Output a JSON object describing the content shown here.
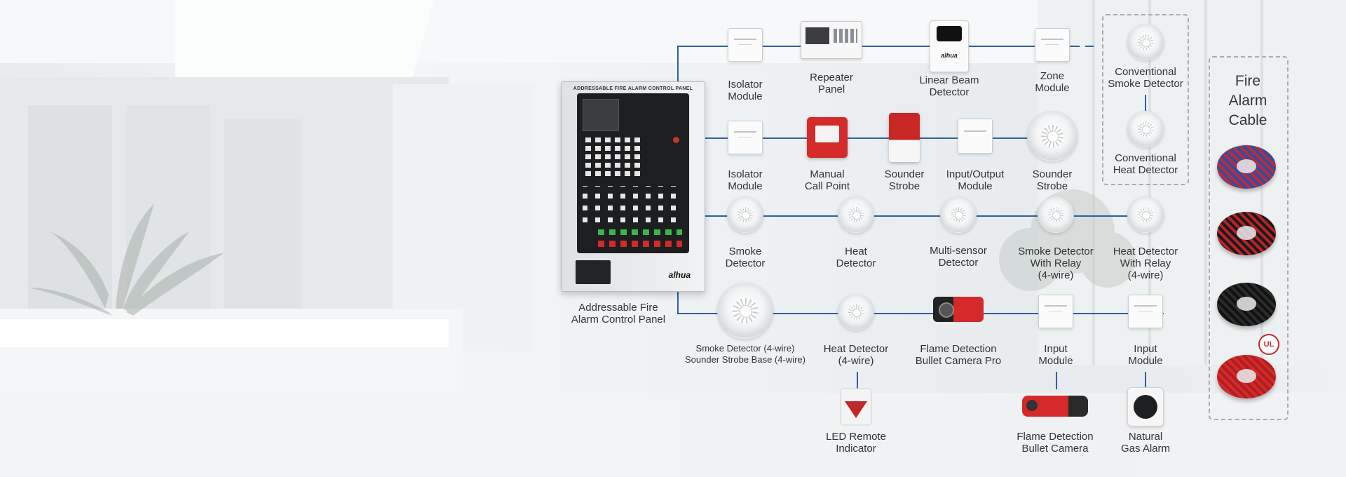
{
  "panel": {
    "header_text": "ADDRESSABLE FIRE ALARM CONTROL PANEL",
    "brand": "alhua",
    "caption": "Addressable Fire\nAlarm Control Panel"
  },
  "devices": {
    "isolator_module_1": "Isolator\nModule",
    "repeater_panel": "Repeater\nPanel",
    "linear_beam_detector": "Linear Beam\nDetector",
    "linear_beam_brand": "alhua",
    "zone_module": "Zone\nModule",
    "conventional_smoke_detector": "Conventional\nSmoke Detector",
    "conventional_heat_detector": "Conventional\nHeat Detector",
    "isolator_module_2": "Isolator\nModule",
    "manual_call_point": "Manual\nCall Point",
    "sounder_strobe_1": "Sounder\nStrobe",
    "input_output_module": "Input/Output\nModule",
    "sounder_strobe_2": "Sounder\nStrobe",
    "smoke_detector": "Smoke\nDetector",
    "heat_detector": "Heat\nDetector",
    "multi_sensor_detector": "Multi-sensor\nDetector",
    "smoke_detector_relay": "Smoke Detector\nWith Relay\n(4-wire)",
    "heat_detector_relay": "Heat Detector\nWith Relay\n(4-wire)",
    "smoke_detector_4wire": "Smoke Detector (4-wire)\nSounder Strobe Base (4-wire)",
    "heat_detector_4wire": "Heat Detector\n(4-wire)",
    "flame_camera_pro": "Flame Detection\nBullet Camera Pro",
    "input_module_1": "Input\nModule",
    "input_module_2": "Input\nModule",
    "led_remote_indicator": "LED Remote\nIndicator",
    "flame_camera": "Flame Detection\nBullet Camera",
    "natural_gas_alarm": "Natural\nGas Alarm"
  },
  "cable": {
    "title": "Fire\nAlarm\nCable",
    "ul_mark": "UL"
  },
  "colors": {
    "line": "#2f5fa8",
    "accent_red": "#d42a2a",
    "dashed": "#a8adb1"
  }
}
